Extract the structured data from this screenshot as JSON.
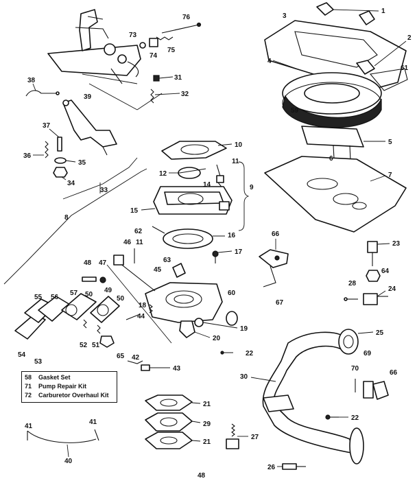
{
  "diagram": {
    "labels": {
      "l1": "1",
      "l2": "2",
      "l3": "3",
      "l4": "4",
      "l5": "5",
      "l6": "6",
      "l7": "7",
      "l8": "8",
      "l9": "9",
      "l10": "10",
      "l11a": "11",
      "l11b": "11",
      "l12": "12",
      "l14": "14",
      "l15": "15",
      "l16": "16",
      "l17": "17",
      "l18": "18",
      "l19": "19",
      "l20": "20",
      "l21a": "21",
      "l21b": "21",
      "l22a": "22",
      "l22b": "22",
      "l23": "23",
      "l24": "24",
      "l25": "25",
      "l26": "26",
      "l27": "27",
      "l28": "28",
      "l29": "29",
      "l30": "30",
      "l31": "31",
      "l32": "32",
      "l33": "33",
      "l34": "34",
      "l35": "35",
      "l36": "36",
      "l37": "37",
      "l38": "38",
      "l39": "39",
      "l40": "40",
      "l41a": "41",
      "l41b": "41",
      "l42": "42",
      "l43": "43",
      "l44": "44",
      "l45": "45",
      "l46": "46",
      "l47": "47",
      "l48": "48",
      "l49": "49",
      "l50a": "50",
      "l50b": "50",
      "l51": "51",
      "l52": "52",
      "l53": "53",
      "l54": "54",
      "l55": "55",
      "l56": "56",
      "l57": "57",
      "l59": "59",
      "l60": "60",
      "l61": "61",
      "l62": "62",
      "l63": "63",
      "l64": "64",
      "l65": "65",
      "l66a": "66",
      "l66b": "66",
      "l67": "67",
      "l69": "69",
      "l70": "70",
      "l73": "73",
      "l74": "74",
      "l75": "75",
      "l76": "76"
    },
    "legend": [
      {
        "num": "58",
        "text": "Gasket Set"
      },
      {
        "num": "71",
        "text": "Pump Repair Kit"
      },
      {
        "num": "72",
        "text": "Carburetor Overhaul Kit"
      }
    ],
    "page_number": "48"
  }
}
